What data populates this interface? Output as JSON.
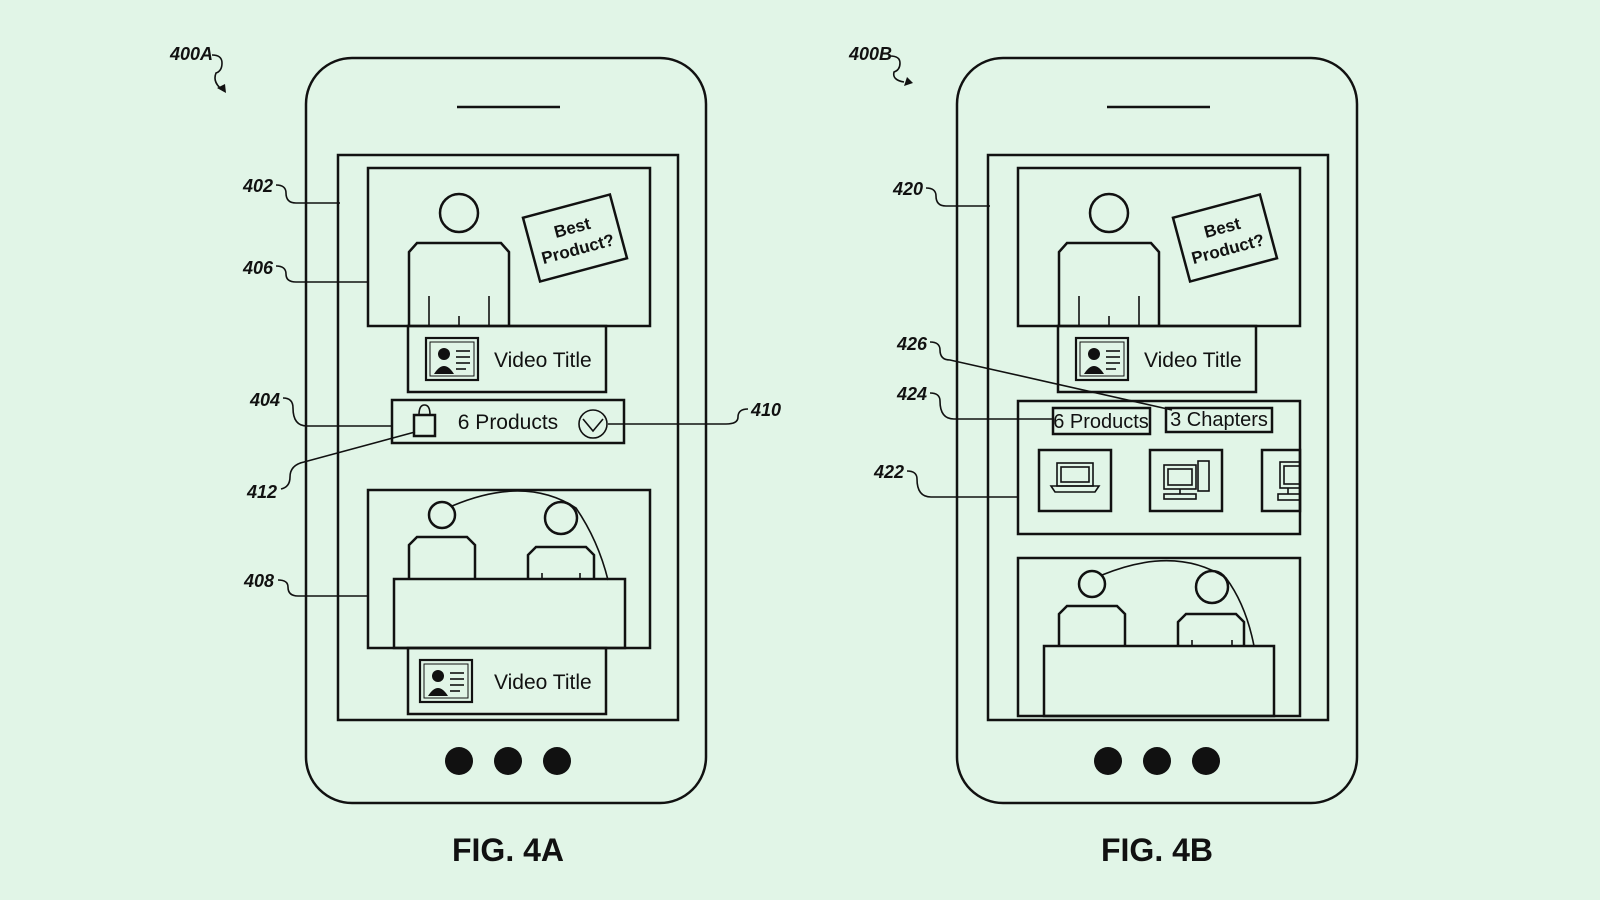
{
  "figures": [
    {
      "ref": "400A",
      "caption": "FIG. 4A",
      "sign": [
        "Best",
        "Product?"
      ],
      "video_title_1": "Video Title",
      "products_bar_label": "6 Products",
      "video_title_2": "Video Title",
      "refs": {
        "r402": "402",
        "r406": "406",
        "r404": "404",
        "r412": "412",
        "r408": "408",
        "r410": "410"
      }
    },
    {
      "ref": "400B",
      "caption": "FIG. 4B",
      "sign": [
        "Best",
        "Product?"
      ],
      "video_title_1": "Video Title",
      "tabs": [
        "6 Products",
        "3 Chapters"
      ],
      "refs": {
        "r420": "420",
        "r426": "426",
        "r424": "424",
        "r422": "422"
      }
    }
  ],
  "colors": {
    "background": "#e1f5e7",
    "line": "#111111"
  },
  "icons": [
    "profile-card-icon",
    "shopping-bag-icon",
    "chevron-down-icon",
    "laptop-icon",
    "desktop-computer-icon",
    "monitor-icon"
  ]
}
